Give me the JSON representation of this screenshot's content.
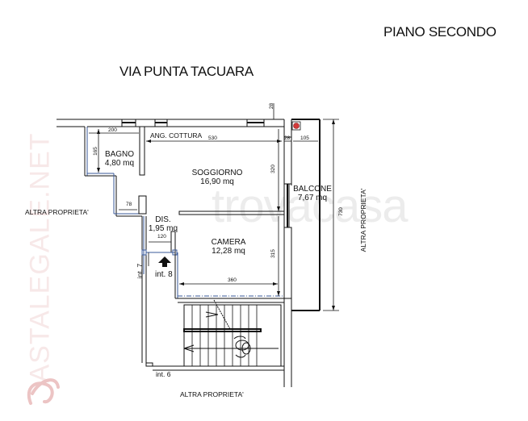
{
  "header": {
    "floor_title": "PIANO SECONDO",
    "street_name": "VIA PUNTA TACUARA"
  },
  "rooms": [
    {
      "name": "BAGNO",
      "area": "4,80 mq"
    },
    {
      "name": "SOGGIORNO",
      "area": "16,90 mq"
    },
    {
      "name": "BALCONE",
      "area": "7,67 mq"
    },
    {
      "name": "DIS.",
      "area": "1,95 mq"
    },
    {
      "name": "CAMERA",
      "area": "12,28 mq"
    }
  ],
  "labels": {
    "kitchenette": "ANG. COTTURA",
    "neighbor_left": "ALTRA PROPRIETA'",
    "neighbor_right": "ALTRA PROPRIETA'",
    "neighbor_bottom": "ALTRA PROPRIETA'",
    "unit_7": "int. 7",
    "unit_8": "int. 8",
    "unit_6": "int. 6"
  },
  "dimensions": {
    "bagno_width": "200",
    "bagno_height": "165",
    "soggiorno_width": "530",
    "wall_28_top": "28",
    "wall_28": "28",
    "balcone_width": "105",
    "soggiorno_height": "320",
    "corridor_78": "78",
    "dis_width": "120",
    "camera_height": "315",
    "camera_width": "360",
    "total_height": "730"
  },
  "watermarks": {
    "center": "trovacasa",
    "left": "ASTALEGALE.NET"
  },
  "colors": {
    "line": "#111111",
    "marker_red": "#d23a3a",
    "dash_blue": "#3a5a9a",
    "watermark_pink": "#e8b4b4"
  }
}
